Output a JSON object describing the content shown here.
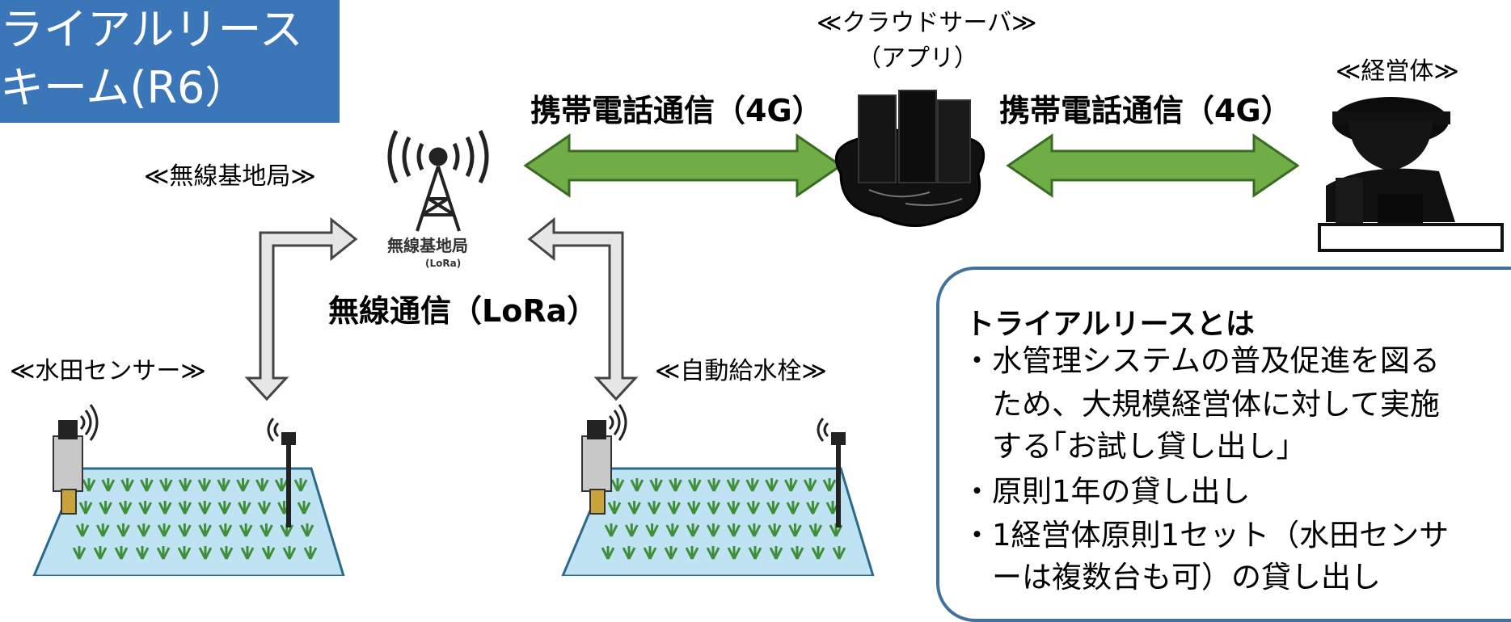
{
  "title": {
    "line1": "ライアルリース",
    "line2": "キーム(R6）"
  },
  "labels": {
    "cloud": "≪クラウドサーバ≫",
    "app": "（アプリ）",
    "farmer": "≪経営体≫",
    "base_station": "≪無線基地局≫",
    "sensor": "≪水田センサー≫",
    "valve": "≪自動給水栓≫",
    "tower_text": "無線基地局",
    "tower_sub": "(LoRa)"
  },
  "links": {
    "cell_left": "携帯電話通信（4G）",
    "cell_right": "携帯電話通信（4G）",
    "lora": "無線通信（LoRa）"
  },
  "info": {
    "heading": "トライアルリースとは",
    "lines": [
      "・水管理システムの普及促進を図る",
      "　ため、大規模経営体に対して実施",
      "　する｢お試し貸し出し｣",
      "・原則1年の貸し出し",
      "・1経営体原則1セット（水田センサ",
      "　ーは複数台も可）の貸し出し"
    ]
  },
  "colors": {
    "title_bg": "#3a76b8",
    "green_arrow": "#70ad47",
    "gray_arrow": "#e7e6e6",
    "paddy": "#bfe3f2",
    "box_border": "#41719c"
  }
}
